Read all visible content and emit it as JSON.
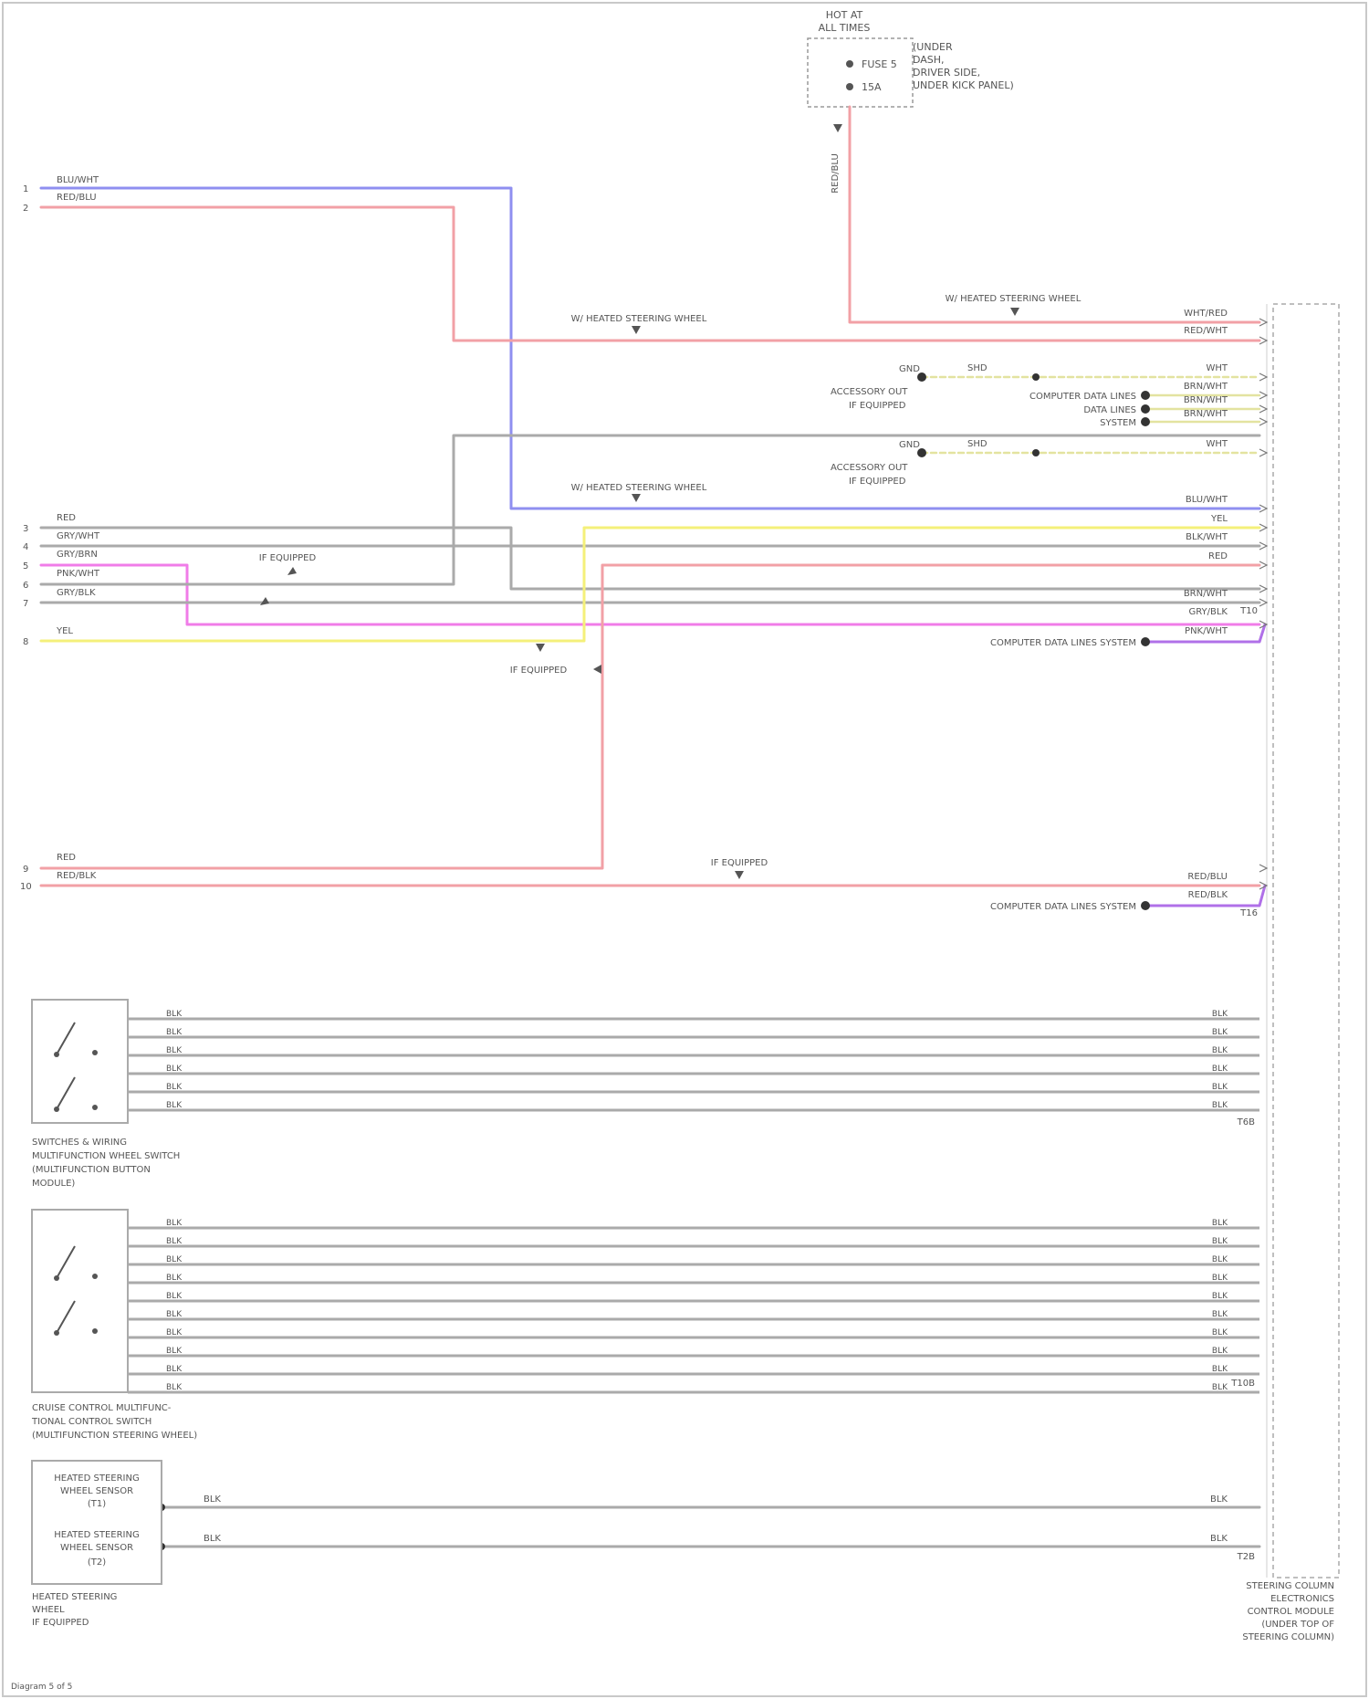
{
  "diagram": {
    "top_fuse": {
      "header": [
        "HOT AT",
        "ALL TIMES"
      ],
      "fuse_label": "FUSE 5",
      "fuse_amps": "15A",
      "description": [
        "(UNDER",
        "DASH,",
        "DRIVER SIDE,",
        "UNDER KICK PANEL)"
      ],
      "drop_wire": "RED/BLU"
    },
    "heated_wheel_labels": {
      "top": "W/ HEATED STEERING WHEEL",
      "left": "W/ HEATED STEERING WHEEL",
      "blue": "W/ HEATED STEERING WHEEL"
    },
    "left_pins": {
      "p1": "1",
      "p2": "2",
      "p3": "3",
      "p4": "4",
      "p5": "5",
      "p6": "6",
      "p7": "7",
      "p8": "8",
      "p9": "9",
      "p10": "10"
    },
    "left_wires": {
      "blu_wht": "BLU/WHT",
      "red_blu_top": "RED/BLU",
      "red_top": "RED",
      "gry_top": "GRY/WHT",
      "gry_brn": "GRY/BRN",
      "pnk_wht": "PNK/WHT",
      "gry_blk": "GRY/BLK",
      "yel": "YEL",
      "red_bottom": "RED",
      "red_blk_bottom": "RED/BLK"
    },
    "equipped_labels": {
      "center_left": "IF EQUIPPED",
      "center_yellow": "IF EQUIPPED",
      "bottom_red": "IF EQUIPPED"
    },
    "shield_blocks": {
      "upper": {
        "ground": "GND",
        "sub_label": [
          "ACCESSORY OUT",
          "IF EQUIPPED"
        ],
        "shield": "SHD"
      },
      "lower": {
        "ground": "GND",
        "sub_label": [
          "ACCESSORY OUT",
          "IF EQUIPPED"
        ],
        "shield": "SHD"
      }
    },
    "mid_right_labels": [
      "COMPUTER DATA LINES",
      "DATA LINES",
      "SYSTEM"
    ],
    "right_wires": {
      "r1": "WHT/RED",
      "r2": "RED/WHT",
      "r3": "WHT",
      "r4": "BRN/WHT",
      "r5": "BRN/WHT",
      "r6": "BRN/WHT",
      "r7": "WHT",
      "r8": "BLU/WHT",
      "r9": "YEL",
      "r10": "BLK/WHT",
      "r11": "RED",
      "r12": "BRN/WHT",
      "r13": "GRY/BLK",
      "r14": "PNK/WHT",
      "r15": "RED/BLU",
      "r16": "RED/BLK"
    },
    "can_labels": {
      "first": "COMPUTER DATA LINES SYSTEM",
      "second": "COMPUTER DATA LINES SYSTEM"
    },
    "t_labels": {
      "t1": "T10",
      "t2": "T16"
    },
    "switch_box_1": {
      "label": [
        "SWITCHES & WIRING",
        "MULTIFUNCTION WHEEL SWITCH",
        "(MULTIFUNCTION BUTTON",
        "MODULE)"
      ],
      "wire": "BLK",
      "wire_count": 6,
      "connector": "T6B"
    },
    "switch_box_2": {
      "label": [
        "CRUISE CONTROL MULTIFUNC-",
        "TIONAL CONTROL SWITCH",
        "(MULTIFUNCTION STEERING WHEEL)"
      ],
      "wire": "BLK",
      "wire_count": 10,
      "connector": "T10B"
    },
    "sensor_box": {
      "sensor1": [
        "HEATED STEERING",
        "WHEEL SENSOR",
        "(T1)"
      ],
      "sensor2": [
        "HEATED STEERING",
        "WHEEL SENSOR",
        "(T2)"
      ],
      "label": [
        "HEATED STEERING",
        "WHEEL",
        "IF EQUIPPED"
      ],
      "wire1": "BLK",
      "wire2": "BLK",
      "connector": "T2B"
    },
    "module_label": [
      "STEERING COLUMN",
      "ELECTRONICS",
      "CONTROL MODULE",
      "(UNDER TOP OF",
      "STEERING COLUMN)"
    ],
    "footer": "Diagram 5 of 5"
  }
}
